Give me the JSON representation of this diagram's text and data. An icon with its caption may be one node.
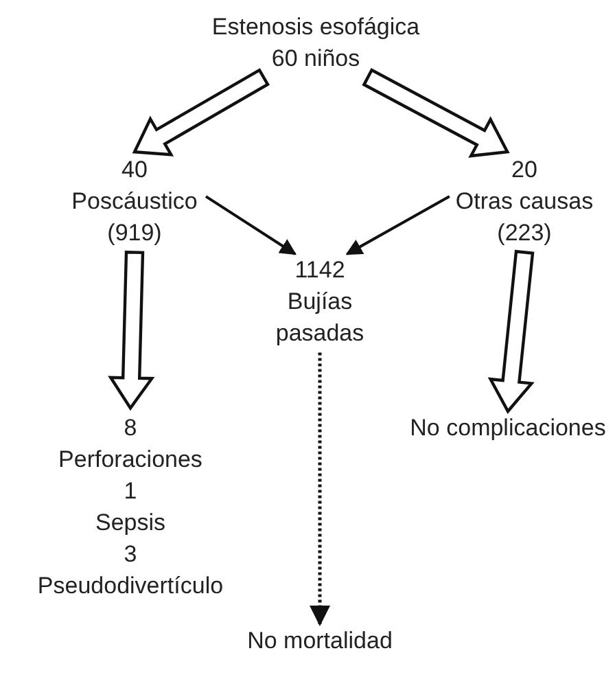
{
  "diagram": {
    "nodes": [
      {
        "text": [
          "Estenosis esofágica",
          "60 niños"
        ]
      },
      {
        "text": [
          "40",
          "Poscáustico",
          "(919)"
        ]
      },
      {
        "text": [
          "20",
          "Otras causas",
          "(223)"
        ]
      },
      {
        "text": [
          "1142",
          "Bujías pasadas"
        ]
      },
      {
        "text": [
          "8",
          "Perforaciones",
          "1",
          "Sepsis",
          "3",
          "Pseudodivertículo"
        ]
      },
      {
        "text": [
          "No complicaciones"
        ]
      },
      {
        "text": [
          "No mortalidad"
        ]
      }
    ],
    "edges": [
      {
        "from": 0,
        "to": 1,
        "arrow": "to",
        "style": "thick"
      },
      {
        "from": 0,
        "to": 2,
        "arrow": "to",
        "style": "thick"
      },
      {
        "from": 1,
        "to": 3,
        "arrow": "to"
      },
      {
        "from": 2,
        "to": 3,
        "arrow": "to"
      },
      {
        "from": 3,
        "to": 6,
        "arrow": "to",
        "style": "dashed"
      },
      {
        "from": 1,
        "to": 4,
        "arrow": "to",
        "style": "thick"
      },
      {
        "from": 2,
        "to": 5,
        "arrow": "to",
        "style": "thick"
      }
    ]
  }
}
